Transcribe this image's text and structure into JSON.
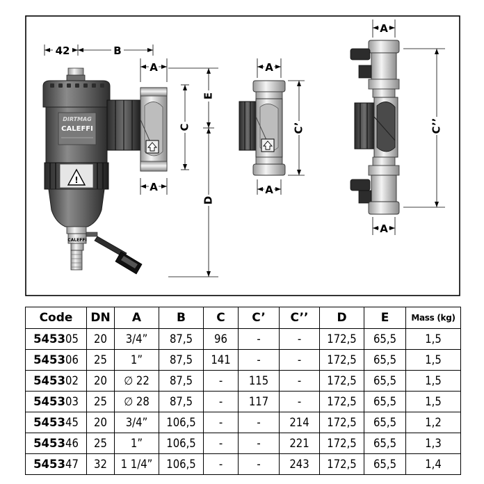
{
  "figure": {
    "labels": {
      "dim_42": "42",
      "dim_b": "B",
      "dim_a": "A",
      "dim_c": "C",
      "dim_e": "E",
      "dim_d": "D",
      "dim_c_prime": "C’",
      "dim_c_double": "C’’",
      "brand": "CALEFFI",
      "product": "DIRTMAG"
    }
  },
  "table": {
    "headers": [
      "Code",
      "DN",
      "A",
      "B",
      "C",
      "C’",
      "C’’",
      "D",
      "E",
      "Mass (kg)"
    ],
    "rows": [
      {
        "code_prefix": "5453",
        "code_suffix": "05",
        "dn": "20",
        "a": "3/4”",
        "b": "87,5",
        "c": "96",
        "c1": "-",
        "c2": "-",
        "d": "172,5",
        "e": "65,5",
        "mass": "1,5"
      },
      {
        "code_prefix": "5453",
        "code_suffix": "06",
        "dn": "25",
        "a": "1”",
        "b": "87,5",
        "c": "141",
        "c1": "-",
        "c2": "-",
        "d": "172,5",
        "e": "65,5",
        "mass": "1,5"
      },
      {
        "code_prefix": "5453",
        "code_suffix": "02",
        "dn": "20",
        "a": "∅ 22",
        "b": "87,5",
        "c": "-",
        "c1": "115",
        "c2": "-",
        "d": "172,5",
        "e": "65,5",
        "mass": "1,5"
      },
      {
        "code_prefix": "5453",
        "code_suffix": "03",
        "dn": "25",
        "a": "∅ 28",
        "b": "87,5",
        "c": "-",
        "c1": "117",
        "c2": "-",
        "d": "172,5",
        "e": "65,5",
        "mass": "1,5"
      },
      {
        "code_prefix": "5453",
        "code_suffix": "45",
        "dn": "20",
        "a": "3/4”",
        "b": "106,5",
        "c": "-",
        "c1": "-",
        "c2": "214",
        "d": "172,5",
        "e": "65,5",
        "mass": "1,2"
      },
      {
        "code_prefix": "5453",
        "code_suffix": "46",
        "dn": "25",
        "a": "1”",
        "b": "106,5",
        "c": "-",
        "c1": "-",
        "c2": "221",
        "d": "172,5",
        "e": "65,5",
        "mass": "1,3"
      },
      {
        "code_prefix": "5453",
        "code_suffix": "47",
        "dn": "32",
        "a": "1 1/4”",
        "b": "106,5",
        "c": "-",
        "c1": "-",
        "c2": "243",
        "d": "172,5",
        "e": "65,5",
        "mass": "1,4"
      }
    ]
  }
}
